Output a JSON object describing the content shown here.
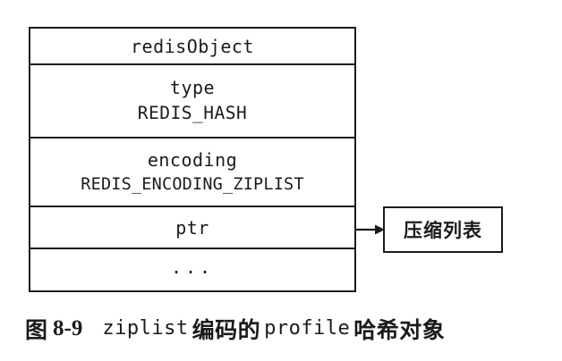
{
  "figure": {
    "type": "struct-pointer-diagram",
    "background_color": "#ffffff",
    "line_color": "#1b1b1b"
  },
  "struct": {
    "name": "redisObject",
    "rows": [
      {
        "key": "header",
        "label": "redisObject",
        "value": ""
      },
      {
        "key": "type",
        "label": "type",
        "value": "REDIS_HASH"
      },
      {
        "key": "encoding",
        "label": "encoding",
        "value": "REDIS_ENCODING_ZIPLIST"
      },
      {
        "key": "ptr",
        "label": "ptr",
        "value": ""
      },
      {
        "key": "ellipsis",
        "label": "...",
        "value": ""
      }
    ]
  },
  "target": {
    "label": "压缩列表"
  },
  "arrow": {
    "from": "ptr",
    "to": "压缩列表",
    "direction": "right"
  },
  "caption": {
    "figure_word": "图",
    "figure_number": "8-9",
    "encoding_name": "ziplist",
    "middle_cjk": "编码的",
    "object_name": "profile",
    "tail_cjk": "哈希对象",
    "full_text": "图 8-9  ziplist 编码的 profile 哈希对象"
  }
}
